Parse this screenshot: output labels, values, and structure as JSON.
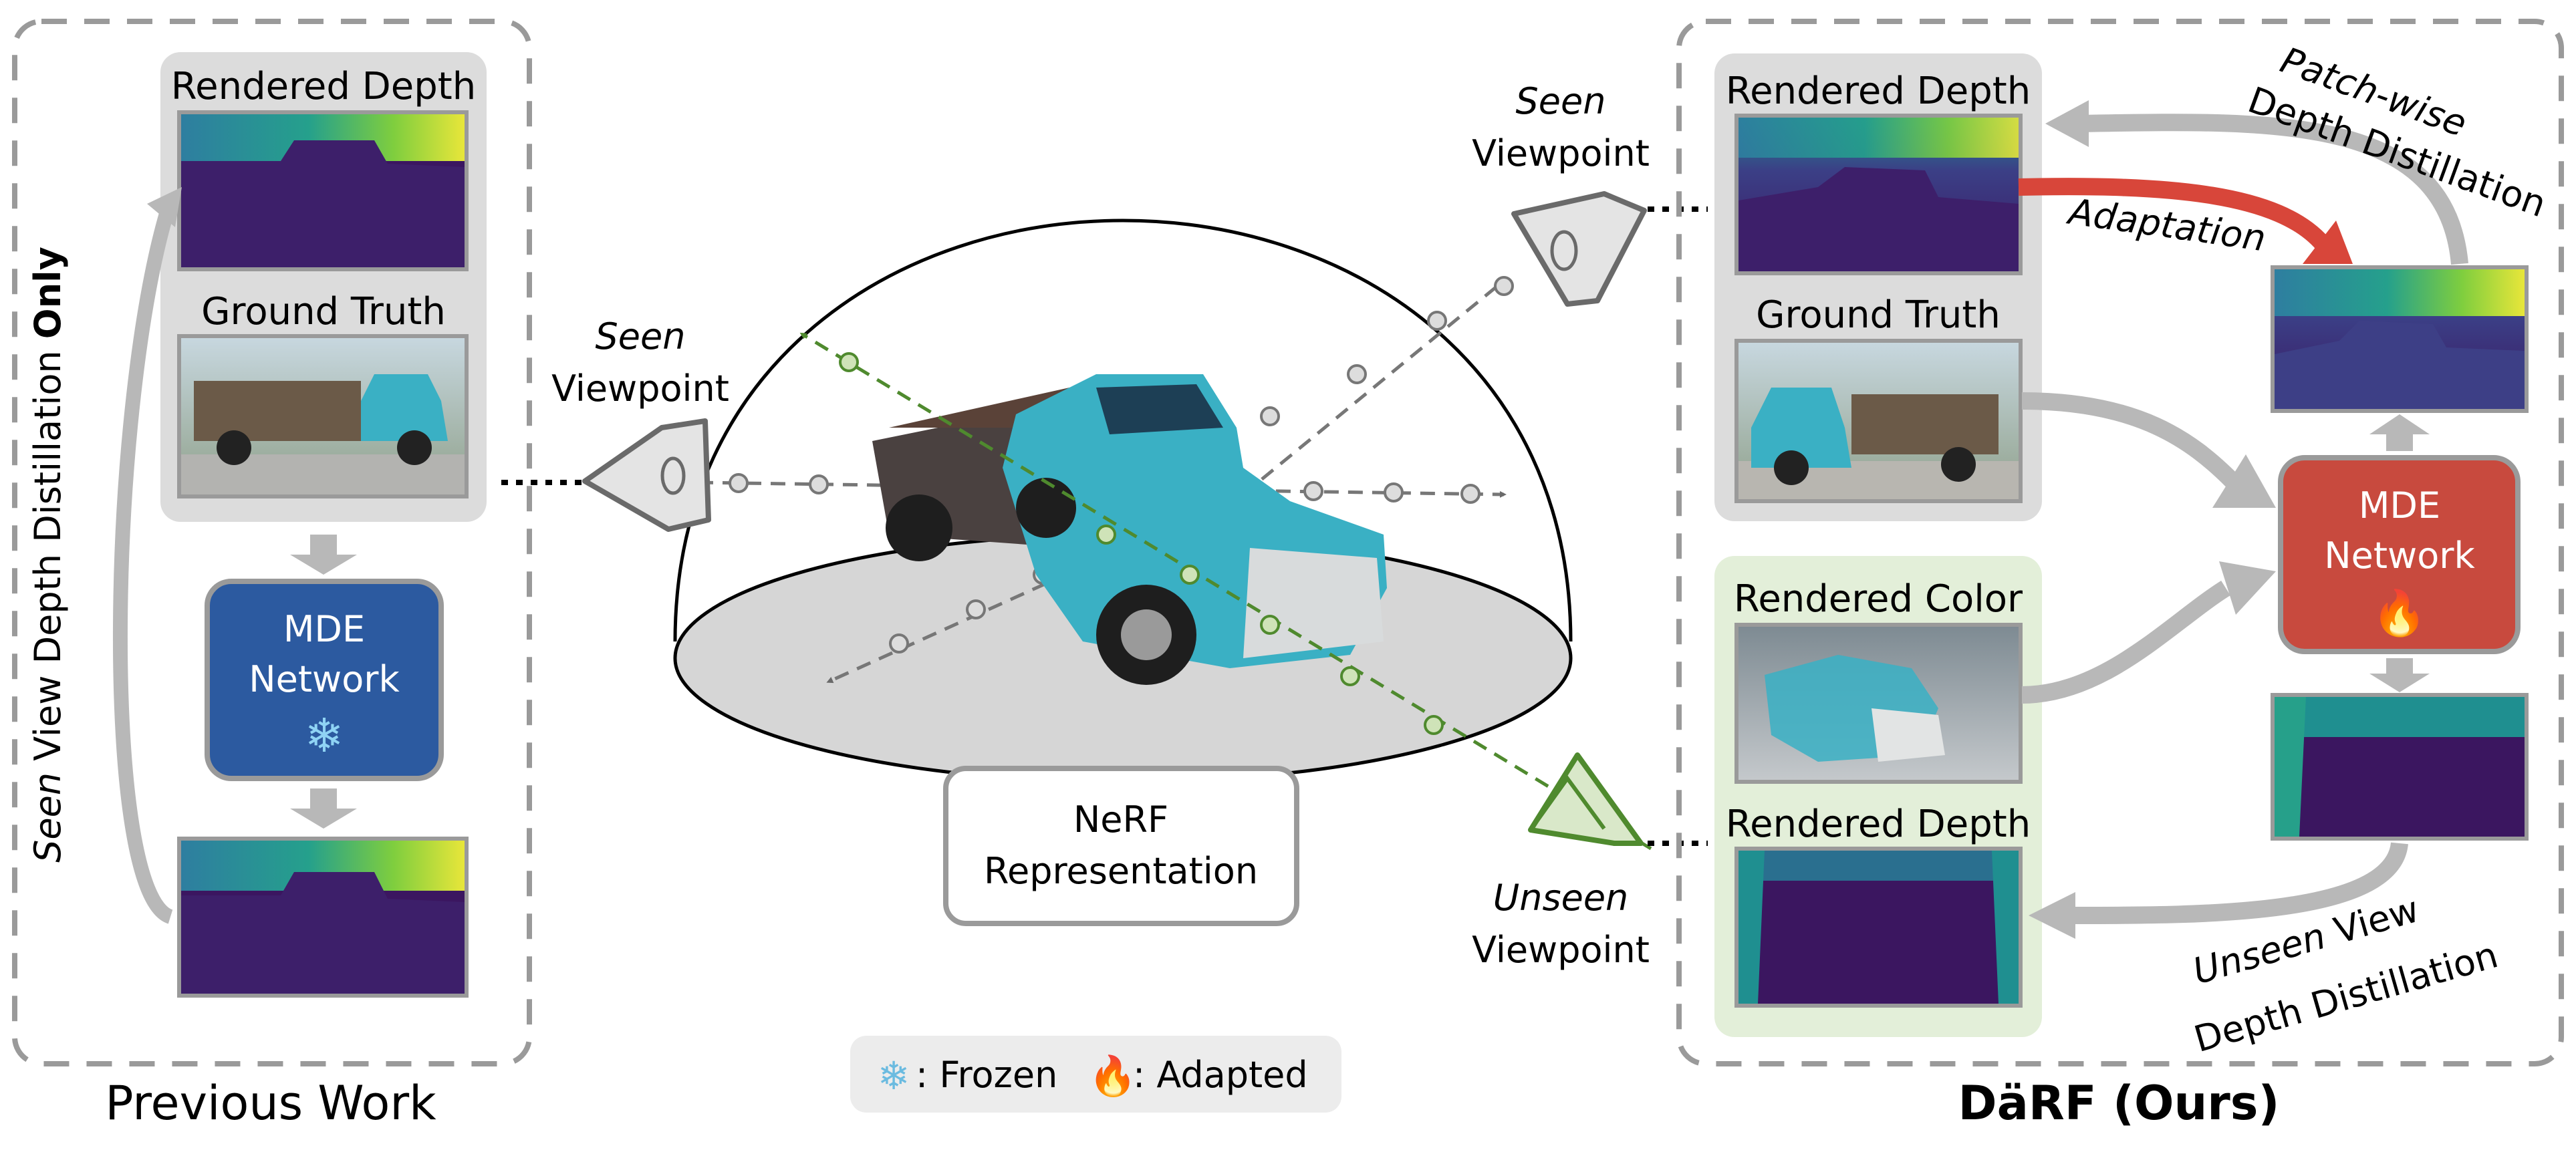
{
  "left_panel": {
    "rendered_depth": "Rendered Depth",
    "ground_truth": "Ground Truth",
    "mde_line1": "MDE",
    "mde_line2": "Network",
    "vertical_seen": "Seen",
    "vertical_middle": " View Depth Distillation ",
    "vertical_only": "Only",
    "caption": "Previous Work"
  },
  "center": {
    "seen_viewpoint_left_1": "Seen",
    "seen_viewpoint_left_2": "Viewpoint",
    "seen_viewpoint_right_1": "Seen",
    "seen_viewpoint_right_2": "Viewpoint",
    "unseen_viewpoint_1": "Unseen",
    "unseen_viewpoint_2": "Viewpoint",
    "nerf_line1": "NeRF",
    "nerf_line2": "Representation"
  },
  "legend": {
    "frozen": ": Frozen",
    "adapted": ": Adapted"
  },
  "right_panel": {
    "rendered_depth_top": "Rendered Depth",
    "ground_truth": "Ground Truth",
    "rendered_color": "Rendered Color",
    "rendered_depth_bottom": "Rendered Depth",
    "mde_line1": "MDE",
    "mde_line2": "Network",
    "patch_line1": "Patch-wise",
    "patch_line2": "Depth Distillation",
    "adaptation": "Adaptation",
    "unseen_line1_a": "Unseen",
    "unseen_line1_b": " View",
    "unseen_line2": "Depth Distillation",
    "caption": "DäRF (Ours)"
  },
  "colors": {
    "panel_gray": "#dcdcdc",
    "panel_green": "#e3efd9",
    "mde_blue": "#2c5aa0",
    "mde_red": "#c84a3e",
    "arrow_gray": "#b8b8b8",
    "arrow_red": "#d8463a",
    "ray_green": "#4f8a2e",
    "depth_dark": "#3b1d5e",
    "depth_bright": "#d7e43a",
    "truck_cyan": "#3ab0c4"
  }
}
